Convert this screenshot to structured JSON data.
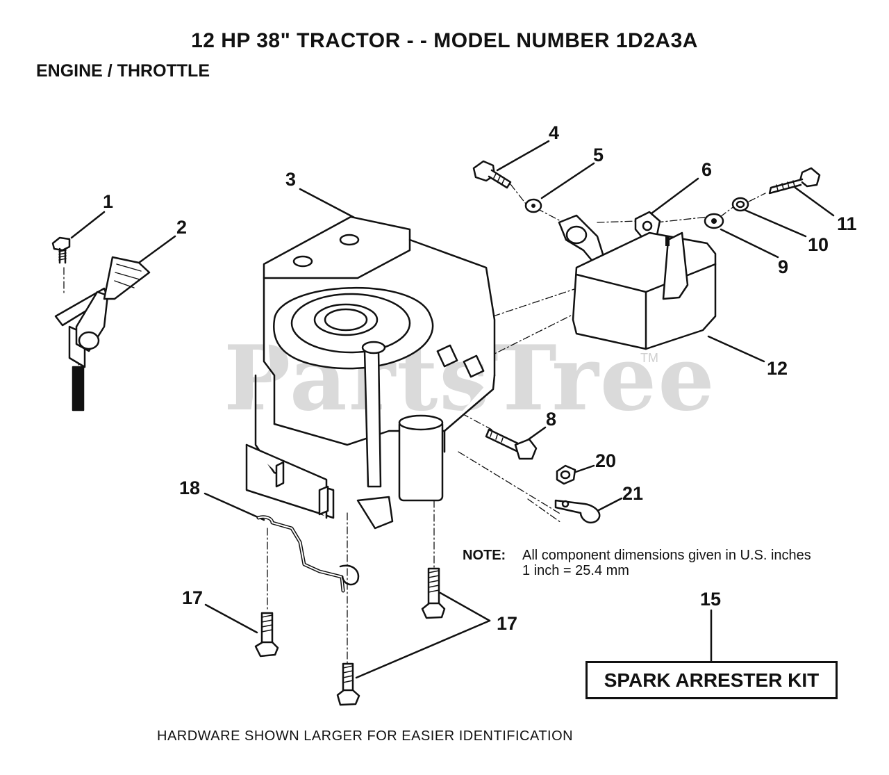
{
  "header": {
    "title": "12 HP 38\" TRACTOR - - MODEL NUMBER 1D2A3A",
    "section": "ENGINE / THROTTLE"
  },
  "watermark": {
    "text": "PartsTree",
    "tm": "TM"
  },
  "callouts": {
    "c1": "1",
    "c2": "2",
    "c3": "3",
    "c4": "4",
    "c5": "5",
    "c6": "6",
    "c8": "8",
    "c9": "9",
    "c10": "10",
    "c11": "11",
    "c12": "12",
    "c15": "15",
    "c17a": "17",
    "c17b": "17",
    "c18": "18",
    "c20": "20",
    "c21": "21"
  },
  "note": {
    "label": "NOTE:",
    "line1": "All component dimensions given in U.S. inches",
    "line2": "1 inch = 25.4 mm"
  },
  "kit": {
    "label": "SPARK ARRESTER KIT"
  },
  "footer": {
    "text": "HARDWARE SHOWN LARGER FOR EASIER IDENTIFICATION"
  }
}
